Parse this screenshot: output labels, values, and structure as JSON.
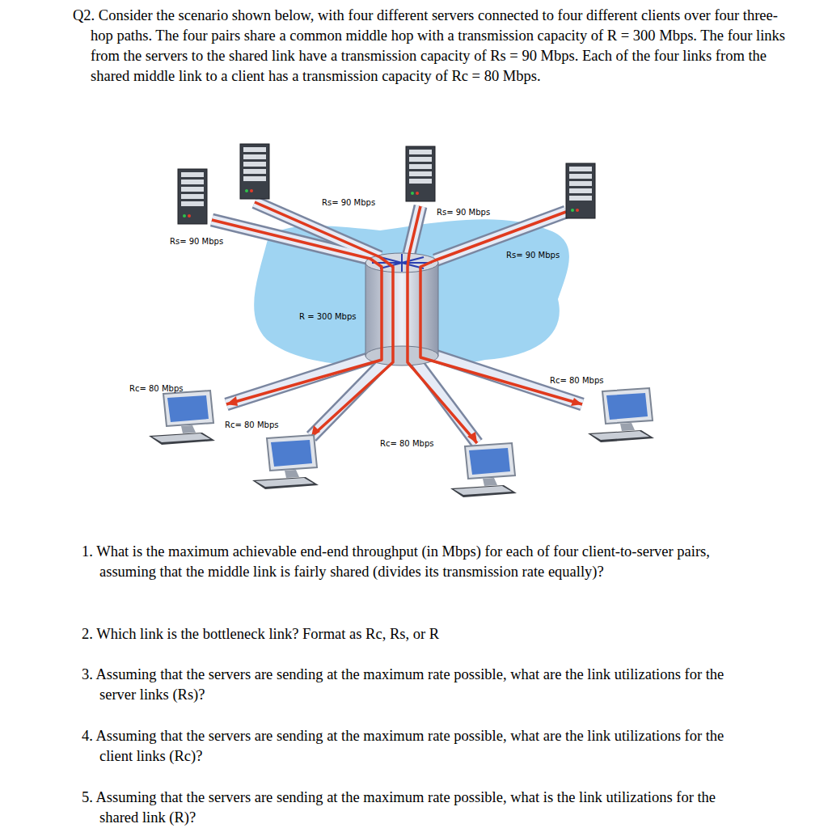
{
  "diagram": {
    "labels": [
      "Q2. Consider the scenario shown below, with four different servers connected to four different clients over four three-hop paths. The four pairs share a common middle hop with a transmission capacity of R = 300 Mbps. The four links from the servers to the shared link have a transmission capacity of Rs = 90 Mbps. Each of the four links from the shared middle link to a client has a transmission capacity of Rc = 80 Mbps.",
      "Rs= 90 Mbps",
      "Rs= 90 Mbps",
      "Rs= 90 Mbps",
      "Rs= 90 Mbps",
      "R = 300 Mbps",
      "Rc= 80 Mbps",
      "Rc= 80 Mbps",
      "Rc= 80 Mbps",
      "Rc= 80 Mbps",
      "1. What is the maximum achievable end-end throughput (in Mbps) for each of four client-to-server pairs, assuming that the middle link is fairly shared (divides its transmission rate equally)?",
      "2. Which link is the bottleneck link? Format as Rc, Rs, or R",
      "3. Assuming that the servers are sending at the maximum rate possible, what are the link utilizations for the server links (Rs)?",
      "4. Assuming that the servers are sending at the maximum rate possible, what are the link utilizations for the client links (Rc)?",
      "5. Assuming that the servers are sending at the maximum rate possible, what is the link utilizations for the shared link (R)?"
    ]
  }
}
